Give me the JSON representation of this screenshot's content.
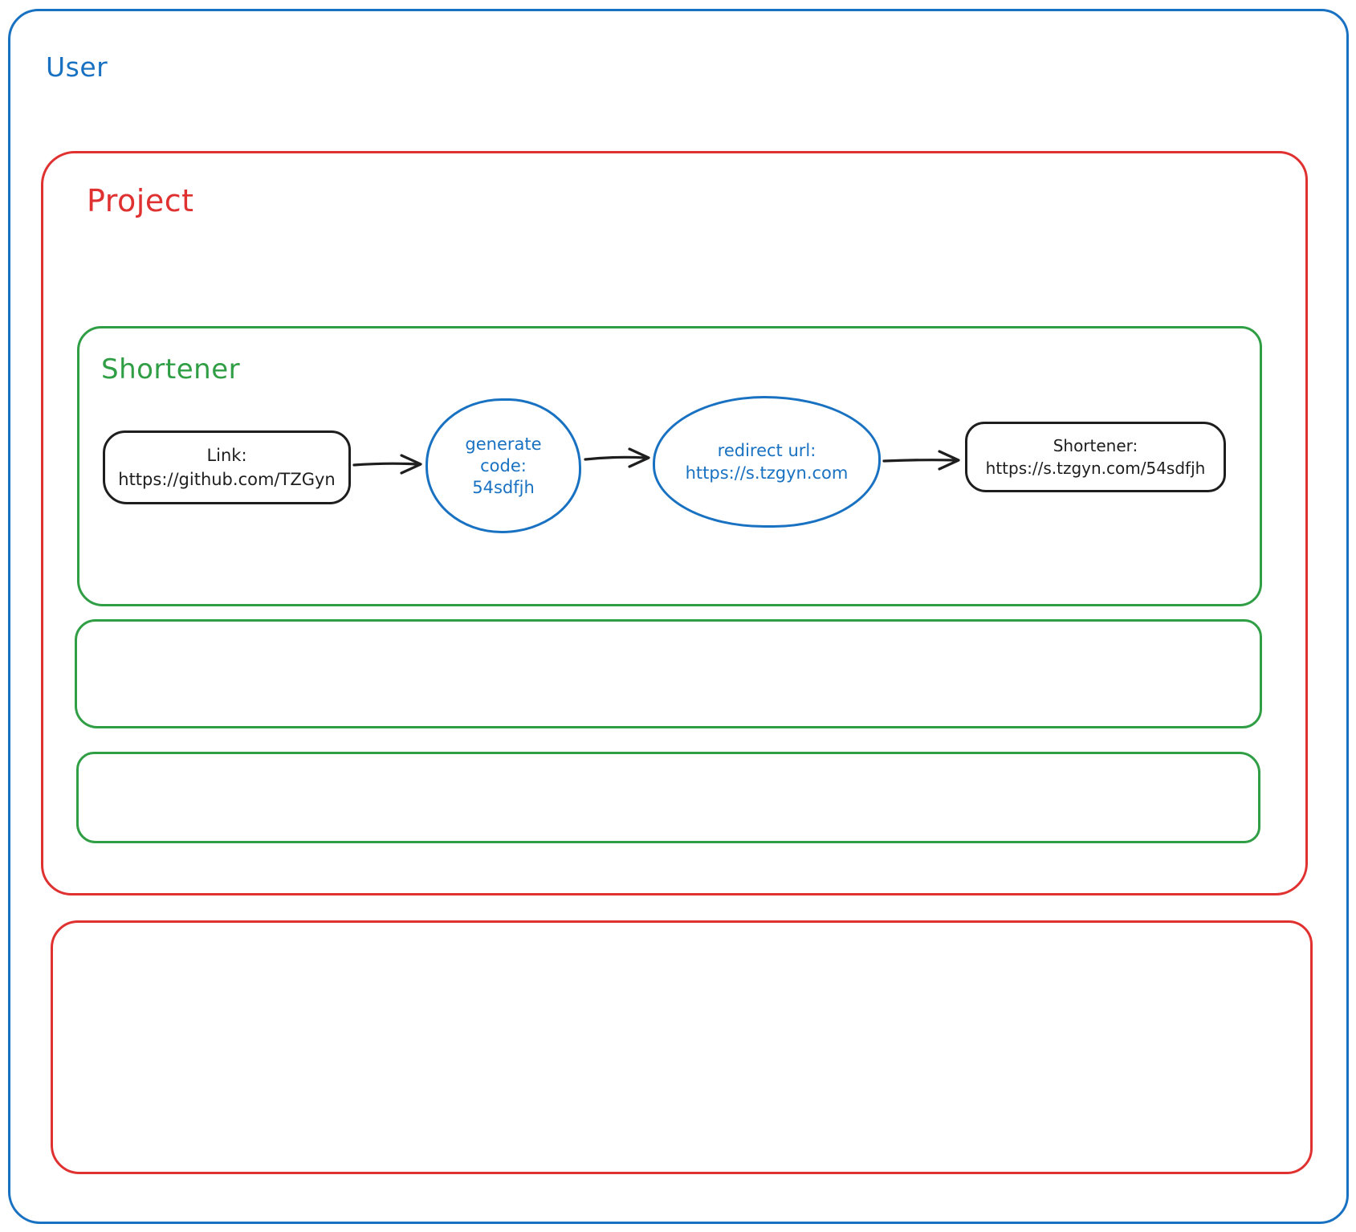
{
  "diagram": {
    "user": {
      "label": "User"
    },
    "project": {
      "label": "Project"
    },
    "shortener": {
      "label": "Shortener"
    },
    "nodes": {
      "link": {
        "lines": [
          "Link:",
          "https://github.com/TZGyn"
        ]
      },
      "generate": {
        "lines": [
          "generate",
          "code:",
          "54sdfjh"
        ]
      },
      "redirect": {
        "lines": [
          "redirect url:",
          "https://s.tzgyn.com"
        ]
      },
      "result": {
        "lines": [
          "Shortener:",
          "https://s.tzgyn.com/54sdfjh"
        ]
      }
    }
  },
  "colors": {
    "blue": "#1971c2",
    "red": "#e03131",
    "green": "#2f9e44",
    "ink": "#1e1e1e",
    "background": "#ffffff"
  }
}
